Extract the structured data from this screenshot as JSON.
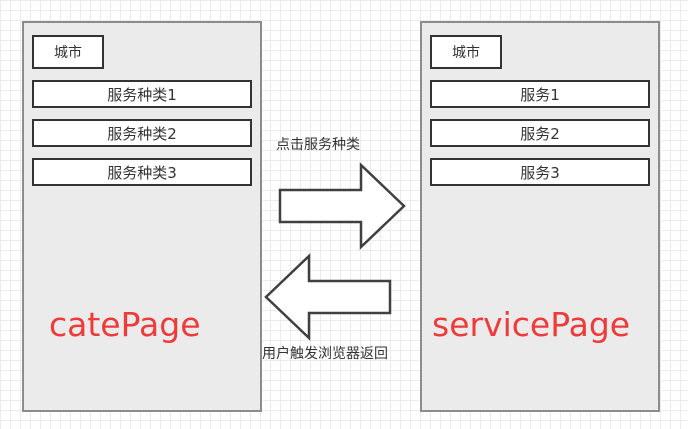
{
  "cate_page": {
    "city": "城市",
    "items": [
      "服务种类1",
      "服务种类2",
      "服务种类3"
    ],
    "name": "catePage"
  },
  "service_page": {
    "city": "城市",
    "items": [
      "服务1",
      "服务2",
      "服务3"
    ],
    "name": "servicePage"
  },
  "arrows": {
    "forward_label": "点击服务种类",
    "back_label": "用户触发浏览器返回"
  },
  "colors": {
    "page_fill": "#ebebeb",
    "page_border": "#8c8c8c",
    "page_name": "#f03a3a",
    "box_border": "#333333"
  }
}
